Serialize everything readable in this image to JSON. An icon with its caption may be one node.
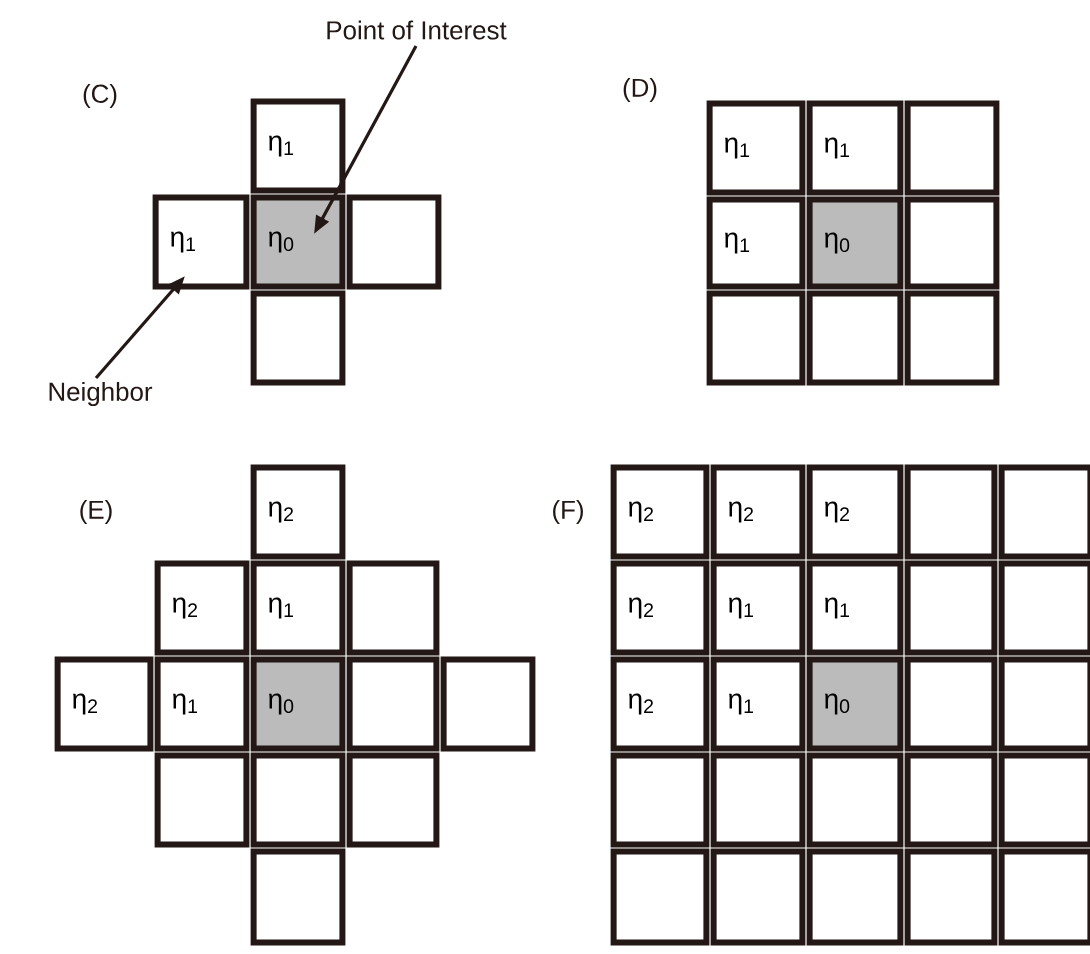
{
  "diagram": {
    "nodes": [
      {
        "text": [
          "Point of Interest"
        ]
      },
      {
        "text": [
          "η$_{1}$"
        ]
      },
      {
        "text": [
          "η$_{1}$"
        ]
      },
      {
        "text": [
          "η$_{0}$"
        ]
      },
      {
        "text": [],
        "shape": "box"
      },
      {
        "text": [],
        "shape": "box"
      },
      {
        "text": [
          "Neighbor"
        ]
      },
      {
        "text": [
          "η$_{1}$"
        ]
      },
      {
        "text": [
          "η$_{1}$"
        ]
      },
      {
        "text": [],
        "shape": "box"
      },
      {
        "text": [
          "η$_{1}$"
        ]
      },
      {
        "text": [
          "η$_{0}$"
        ]
      },
      {
        "text": [],
        "shape": "box"
      },
      {
        "text": [],
        "shape": "box"
      },
      {
        "text": [],
        "shape": "box"
      },
      {
        "text": [],
        "shape": "box"
      },
      {
        "text": [
          "η$_{2}$"
        ]
      },
      {
        "text": [
          "η$_{2}$"
        ]
      },
      {
        "text": [
          "η$_{1}$"
        ]
      },
      {
        "text": [],
        "shape": "box"
      },
      {
        "text": [
          "η$_{2}$"
        ]
      },
      {
        "text": [
          "η$_{1}$"
        ]
      },
      {
        "text": [
          "η$_{0}$"
        ]
      },
      {
        "text": [],
        "shape": "box"
      },
      {
        "text": [],
        "shape": "box"
      },
      {
        "text": [],
        "shape": "box"
      },
      {
        "text": [],
        "shape": "box"
      },
      {
        "text": [],
        "shape": "box"
      },
      {
        "text": [],
        "shape": "box"
      },
      {
        "text": [
          "η$_{2}$"
        ]
      },
      {
        "text": [
          "η$_{2}$"
        ]
      },
      {
        "text": [
          "η$_{2}$"
        ]
      },
      {
        "text": [],
        "shape": "box"
      },
      {
        "text": [],
        "shape": "box"
      },
      {
        "text": [
          "η$_{2}$"
        ]
      },
      {
        "text": [
          "η$_{1}$"
        ]
      },
      {
        "text": [
          "η$_{1}$"
        ]
      },
      {
        "text": [],
        "shape": "box"
      },
      {
        "text": [],
        "shape": "box"
      },
      {
        "text": [
          "η$_{2}$"
        ]
      },
      {
        "text": [
          "η$_{1}$"
        ]
      },
      {
        "text": [
          "η$_{0}$"
        ]
      },
      {
        "text": [],
        "shape": "box"
      },
      {
        "text": [],
        "shape": "box"
      },
      {
        "text": [],
        "shape": "box"
      },
      {
        "text": [],
        "shape": "box"
      },
      {
        "text": [],
        "shape": "box"
      },
      {
        "text": [],
        "shape": "box"
      },
      {
        "text": [],
        "shape": "box"
      },
      {
        "text": [],
        "shape": "box"
      },
      {
        "text": [],
        "shape": "box"
      },
      {
        "text": [],
        "shape": "box"
      },
      {
        "text": [],
        "shape": "box"
      },
      {
        "text": [],
        "shape": "box"
      }
    ],
    "edges": [
      {
        "from": 0,
        "to": 3,
        "arrow": "to"
      },
      {
        "from": 6,
        "to": 2,
        "arrow": "to"
      }
    ],
    "labels": [
      "(C)",
      "(D)",
      "(E)",
      "(F)"
    ]
  }
}
